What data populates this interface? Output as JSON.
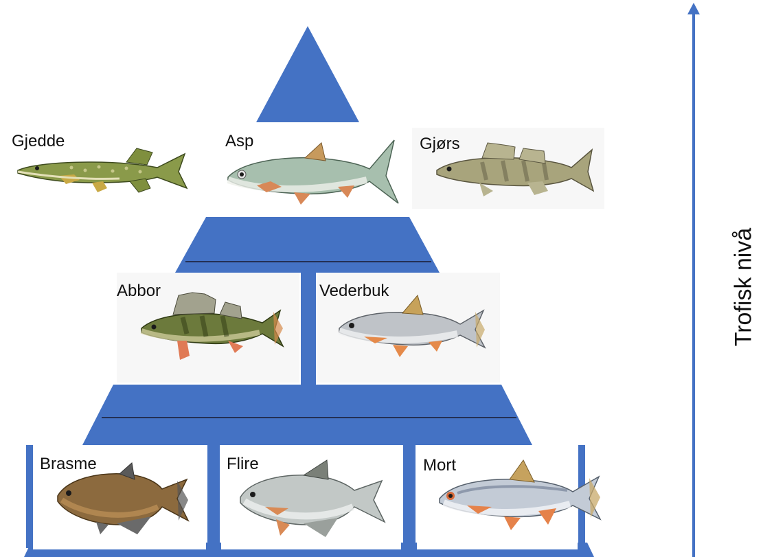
{
  "colors": {
    "pyramid": "#4472c4",
    "arrow": "#4472c4",
    "divider": "#1a1a2e"
  },
  "axis": {
    "label": "Trofisk nivå",
    "direction": "up"
  },
  "levels": {
    "top": {
      "fish": [
        {
          "name": "Gjedde",
          "icon": "pike-fish-icon"
        },
        {
          "name": "Asp",
          "icon": "asp-fish-icon"
        },
        {
          "name": "Gjørs",
          "icon": "zander-fish-icon"
        }
      ]
    },
    "middle": {
      "fish": [
        {
          "name": "Abbor",
          "icon": "perch-fish-icon"
        },
        {
          "name": "Vederbuk",
          "icon": "ide-fish-icon"
        }
      ]
    },
    "bottom": {
      "fish": [
        {
          "name": "Brasme",
          "icon": "bream-fish-icon"
        },
        {
          "name": "Flire",
          "icon": "silver-bream-fish-icon"
        },
        {
          "name": "Mort",
          "icon": "roach-fish-icon"
        }
      ]
    }
  }
}
